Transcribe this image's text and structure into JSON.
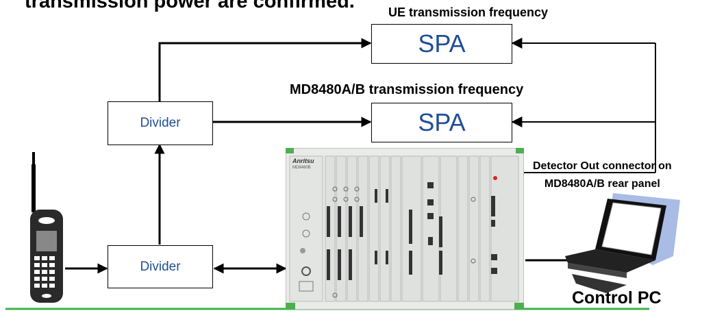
{
  "header": {
    "partial_title": "transmission power are confirmed."
  },
  "spa_top": {
    "caption": "UE transmission frequency",
    "label": "SPA"
  },
  "spa_mid": {
    "caption": "MD8480A/B transmission frequency",
    "label": "SPA"
  },
  "divider_upper": {
    "label": "Divider"
  },
  "divider_lower": {
    "label": "Divider"
  },
  "detector_note": {
    "line1": "Detector Out connector on",
    "line2": "MD8480A/B rear panel"
  },
  "pc": {
    "label": "Control PC"
  },
  "simulator": {
    "brand": "Anritsu",
    "model": "MD8480B"
  },
  "colors": {
    "box_text": "#1f4e96",
    "ground_line": "#3cb04a",
    "chassis_green": "#4caf50"
  }
}
